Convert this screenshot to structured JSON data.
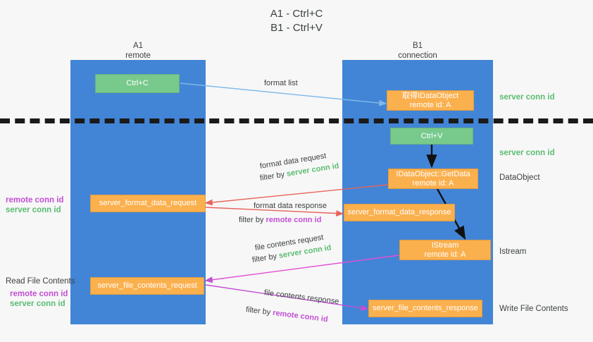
{
  "title": {
    "line1": "A1 - Ctrl+C",
    "line2": "B1 - Ctrl+V"
  },
  "colors": {
    "lane": "#4285d6",
    "green_node": "#78ca8c",
    "orange_node": "#fbb04e",
    "server_conn_id": "#5bbd72",
    "remote_conn_id": "#c24fd4",
    "background": "#f7f7f7",
    "dashed_separator": "#1a1a1a"
  },
  "lanes": [
    {
      "name": "A1",
      "sub": "remote"
    },
    {
      "name": "B1",
      "sub": "connection"
    }
  ],
  "nodes": {
    "ctrl_c": {
      "line1": "Ctrl+C"
    },
    "get_idataobject": {
      "line1": "取得IDataObject",
      "line2": "remote id: A"
    },
    "ctrl_v": {
      "line1": "Ctrl+V"
    },
    "idataobject_getdata": {
      "line1": "IDataObject::GetData",
      "line2": "remote id: A"
    },
    "server_format_data_request": {
      "line1": "server_format_data_request"
    },
    "server_format_data_response": {
      "line1": "server_format_data_response"
    },
    "istream": {
      "line1": "IStream",
      "line2": "remote id: A"
    },
    "server_file_contents_request": {
      "line1": "server_file_contents_request"
    },
    "server_file_contents_response": {
      "line1": "server_file_contents_response"
    }
  },
  "arrow_labels": {
    "format_list": "format list",
    "format_data_request": "format data request",
    "format_data_request_filter_prefix": "filter by ",
    "format_data_request_filter_key": "server conn id",
    "format_data_response": "format data response",
    "format_data_response_filter_prefix": "filter by ",
    "format_data_response_filter_key": "remote conn id",
    "file_contents_request": "file contents request",
    "file_contents_request_filter_prefix": "filter by ",
    "file_contents_request_filter_key": "server conn id",
    "file_contents_response": "file contents response",
    "file_contents_response_filter_prefix": "filter by ",
    "file_contents_response_filter_key": "remote conn id"
  },
  "side_labels": {
    "server_conn_id_top": "server conn id",
    "server_conn_id_mid": "server conn id",
    "dataobject": "DataObject",
    "istream": "Istream",
    "write_file_contents": "Write File Contents",
    "read_file_contents": "Read File Contents",
    "left_keys_upper": {
      "remote": "remote conn id",
      "server": "server conn id"
    },
    "left_keys_lower": {
      "remote": "remote conn id",
      "server": "server conn id"
    }
  }
}
